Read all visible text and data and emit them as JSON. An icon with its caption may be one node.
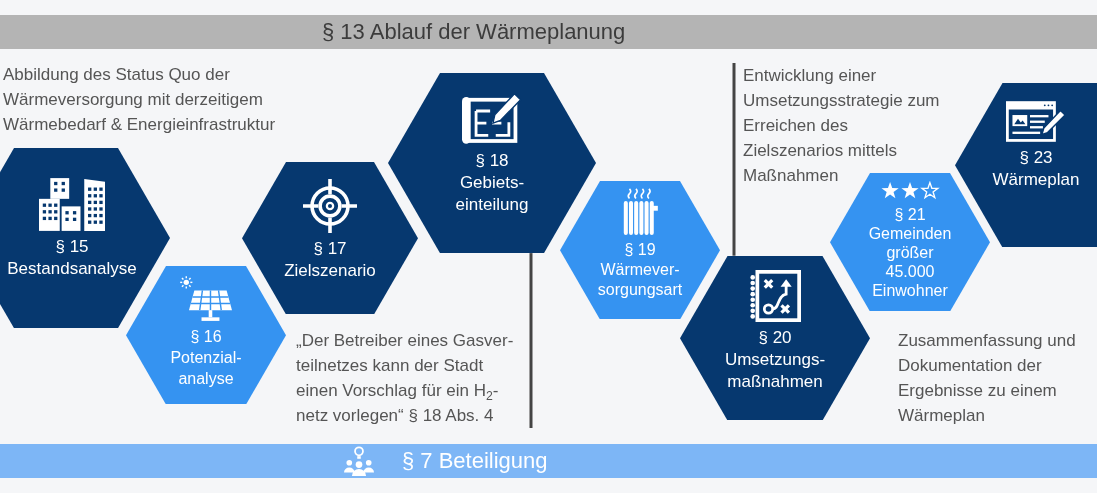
{
  "diagram": {
    "nodes": [
      {
        "text": [
          "§ 13 Ablauf der Wärmeplanung"
        ]
      },
      {
        "text": [
          "§ 15",
          "Bestandsanalyse"
        ],
        "beside": [
          "Abbildung des Status Quo der Wärmeversorgung mit derzeitigem Wärmebedarf & Energieinfrastruktur"
        ]
      },
      {
        "text": [
          "§ 16",
          "Potenzial- analyse"
        ]
      },
      {
        "text": [
          "§ 17",
          "Zielszenario"
        ]
      },
      {
        "text": [
          "§ 18",
          "Gebiets- einteilung"
        ]
      },
      {
        "text": [
          "„Der Betreiber eines Gasver- teilnetzes kann der Stadt einen Vorschlag für ein H$_{2}$- netz vorlegen“ § 18 Abs. 4"
        ]
      },
      {
        "text": [
          "§ 19",
          "Wärmever- sorgungsart"
        ]
      },
      {
        "text": [
          "Entwicklung einer Umsetzungsstrategie zum Erreichen des Zielszenarios mittels Maßnahmen"
        ]
      },
      {
        "text": [
          "§ 20",
          "Umsetzungs- maßnahmen"
        ]
      },
      {
        "text": [
          "§ 21",
          "Gemeinden größer 45.000 Einwohner"
        ]
      },
      {
        "text": [
          "§ 23",
          "Wärmeplan"
        ]
      },
      {
        "text": [
          "§ 7 Beteiligung"
        ]
      }
    ],
    "edges": [
      {
        "from": 5,
        "to": 4,
        "arrow": "none"
      },
      {
        "from": 7,
        "to": 8,
        "arrow": "none"
      }
    ],
    "labels": [
      "Zusammenfassung und Dokumentation der Ergebnisse zu einem Wärmeplan"
    ]
  }
}
